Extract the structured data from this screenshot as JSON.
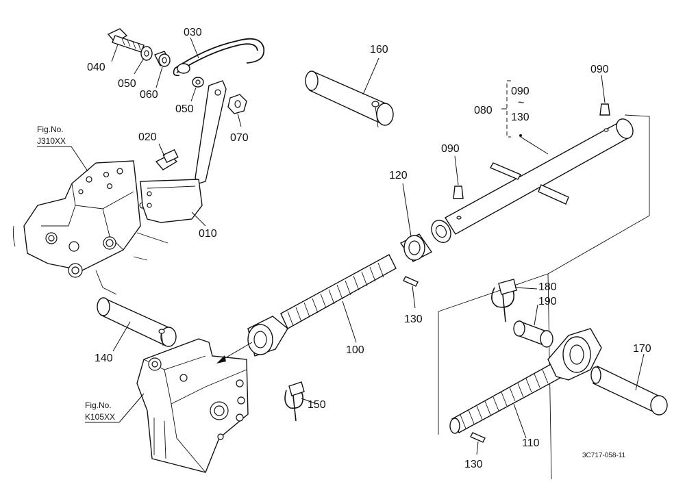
{
  "diagram": {
    "code": "3C717-058-11",
    "references": [
      {
        "fig": "Fig.No.",
        "num": "J310XX"
      },
      {
        "fig": "Fig.No.",
        "num": "K105XX"
      }
    ],
    "range": {
      "from": "090",
      "sep": "~",
      "to": "130"
    },
    "labels": {
      "p010": "010",
      "p020": "020",
      "p030": "030",
      "p040": "040",
      "p050a": "050",
      "p050b": "050",
      "p060": "060",
      "p070": "070",
      "p080": "080",
      "p090a": "090",
      "p090b": "090",
      "p100": "100",
      "p110": "110",
      "p120": "120",
      "p130a": "130",
      "p130b": "130",
      "p140": "140",
      "p150": "150",
      "p160": "160",
      "p170": "170",
      "p180": "180",
      "p190": "190"
    }
  }
}
